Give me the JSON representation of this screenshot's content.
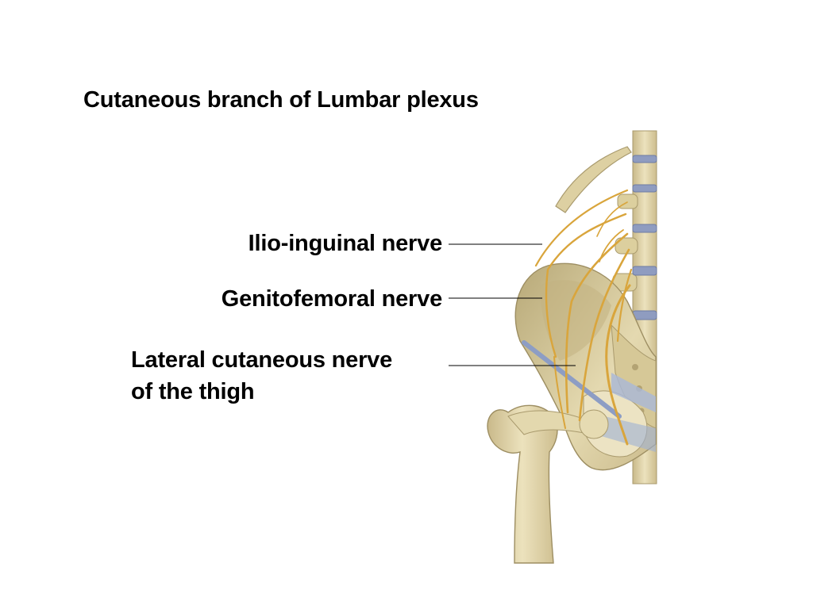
{
  "title": "Cutaneous branch of Lumbar plexus",
  "labels": {
    "ilio_inguinal": "Ilio-inguinal nerve",
    "genitofemoral": "Genitofemoral nerve",
    "lateral_cutaneous_line1": "Lateral cutaneous nerve",
    "lateral_cutaneous_line2": "of the thigh"
  },
  "colors": {
    "bone": "#e2d6a8",
    "bone_shadow": "#b9a878",
    "disc": "#8f9cc0",
    "nerve": "#d9a53c",
    "ligament": "#a9b8d8",
    "leader_line": "#000000"
  }
}
